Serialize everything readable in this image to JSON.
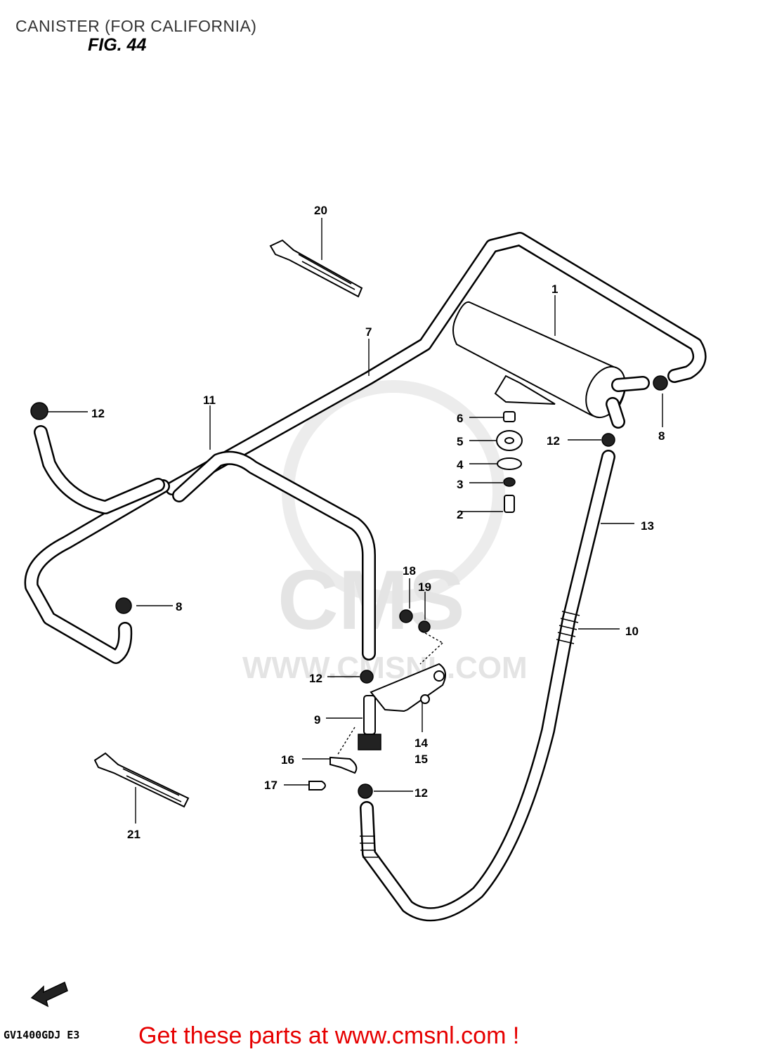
{
  "page": {
    "title": "CANISTER (FOR CALIFORNIA)",
    "figure": "FIG. 44",
    "model_code": "GV1400GDJ E3",
    "cta": "Get these parts at www.cmsnl.com !"
  },
  "watermark": {
    "brand": "CMS",
    "url": "WWW.CMSNL.COM"
  },
  "callouts": [
    {
      "id": "c1",
      "label": "1"
    },
    {
      "id": "c2",
      "label": "2"
    },
    {
      "id": "c3",
      "label": "3"
    },
    {
      "id": "c4",
      "label": "4"
    },
    {
      "id": "c5",
      "label": "5"
    },
    {
      "id": "c6",
      "label": "6"
    },
    {
      "id": "c7",
      "label": "7"
    },
    {
      "id": "c8a",
      "label": "8"
    },
    {
      "id": "c8b",
      "label": "8"
    },
    {
      "id": "c9",
      "label": "9"
    },
    {
      "id": "c10",
      "label": "10"
    },
    {
      "id": "c11",
      "label": "11"
    },
    {
      "id": "c12a",
      "label": "12"
    },
    {
      "id": "c12b",
      "label": "12"
    },
    {
      "id": "c12c",
      "label": "12"
    },
    {
      "id": "c12d",
      "label": "12"
    },
    {
      "id": "c13",
      "label": "13"
    },
    {
      "id": "c14",
      "label": "14"
    },
    {
      "id": "c15",
      "label": "15"
    },
    {
      "id": "c16",
      "label": "16"
    },
    {
      "id": "c17",
      "label": "17"
    },
    {
      "id": "c18",
      "label": "18"
    },
    {
      "id": "c19",
      "label": "19"
    },
    {
      "id": "c20",
      "label": "20"
    },
    {
      "id": "c21",
      "label": "21"
    }
  ]
}
